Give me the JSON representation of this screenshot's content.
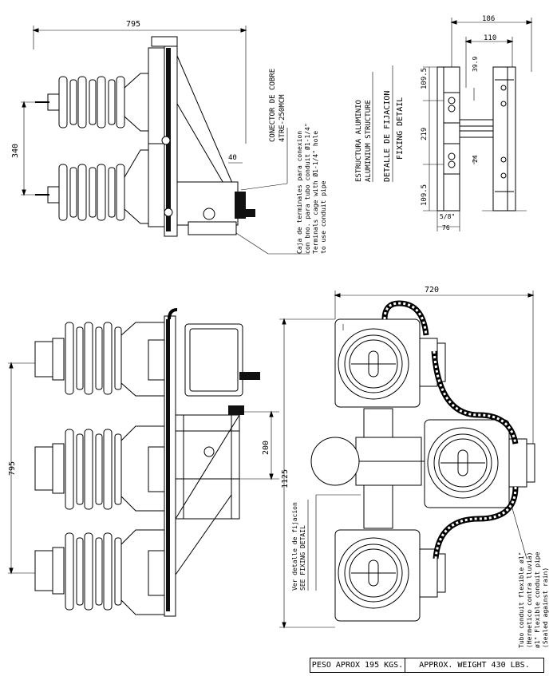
{
  "dimensions": {
    "top_width": "795",
    "top_height": "340",
    "terminal_offset": "40",
    "fix_total": "186",
    "fix_inner": "110",
    "fix_top": "109.5",
    "fix_39": "39.9",
    "fix_219": "219",
    "fix_24": "24",
    "fix_bottom": "109.5",
    "fix_58": "5/8\"",
    "fix_76": "76",
    "left_height": "795",
    "pipe_gap": "200",
    "plan_width": "720",
    "plan_height": "1125"
  },
  "labels": {
    "copper_connector_1": "CONECTOR DE COBRE",
    "copper_connector_2": "4TRE-250MCM",
    "terminal_es_1": "Caja de terminales para conexion",
    "terminal_es_2": "con bno. para tubo conduit Ø1-1/4\"",
    "terminal_en_1": "Terminals cage with Ø1-1/4\" hole",
    "terminal_en_2": "to use conduit pipe",
    "structure_es": "ESTRUCTURA ALUMINIO",
    "structure_en": "ALUMINIUM STRUCTURE",
    "detail_es": "DETALLE DE FIJACION",
    "detail_en": "FIXING DETAIL",
    "see_detail_es": "Ver detalle de fijacion",
    "see_detail_en": "SEE FIXING DETAIL",
    "conduit_es_1": "Tubo conduit flexible ø1\"",
    "conduit_es_2": "(Hermetico contra lluvia)",
    "conduit_en_1": "ø1\" Flexible conduit pipe",
    "conduit_en_2": "(Sealed against rain)"
  },
  "weight": {
    "metric": "PESO APROX 195 KGS.",
    "imperial": "APPROX. WEIGHT 430 LBS."
  }
}
